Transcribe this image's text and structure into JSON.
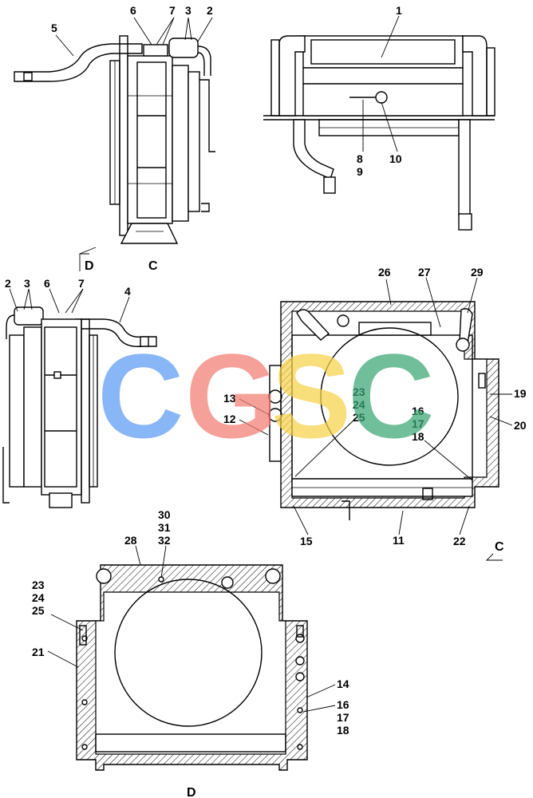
{
  "watermark": {
    "letters": [
      {
        "char": "C",
        "color": "#5b9bf3"
      },
      {
        "char": "G",
        "color": "#f27d72"
      },
      {
        "char": "S",
        "color": "#f8d24a"
      },
      {
        "char": "C",
        "color": "#3aa674"
      }
    ]
  },
  "views": {
    "c": "C",
    "d": "D",
    "arrow_c": "C",
    "arrow_d": "D"
  },
  "callouts": {
    "p1": "1",
    "p2": "2",
    "p3": "3",
    "p4": "4",
    "p5": "5",
    "p6": "6",
    "p7": "7",
    "p8": "8",
    "p9": "9",
    "p10": "10",
    "p11": "11",
    "p12": "12",
    "p13": "13",
    "p14": "14",
    "p15": "15",
    "p16": "16",
    "p17": "17",
    "p18": "18",
    "p19": "19",
    "p20": "20",
    "p21": "21",
    "p22": "22",
    "p23": "23",
    "p24": "24",
    "p25": "25",
    "p26": "26",
    "p27": "27",
    "p28": "28",
    "p29": "29",
    "p30": "30",
    "p31": "31",
    "p32": "32"
  }
}
